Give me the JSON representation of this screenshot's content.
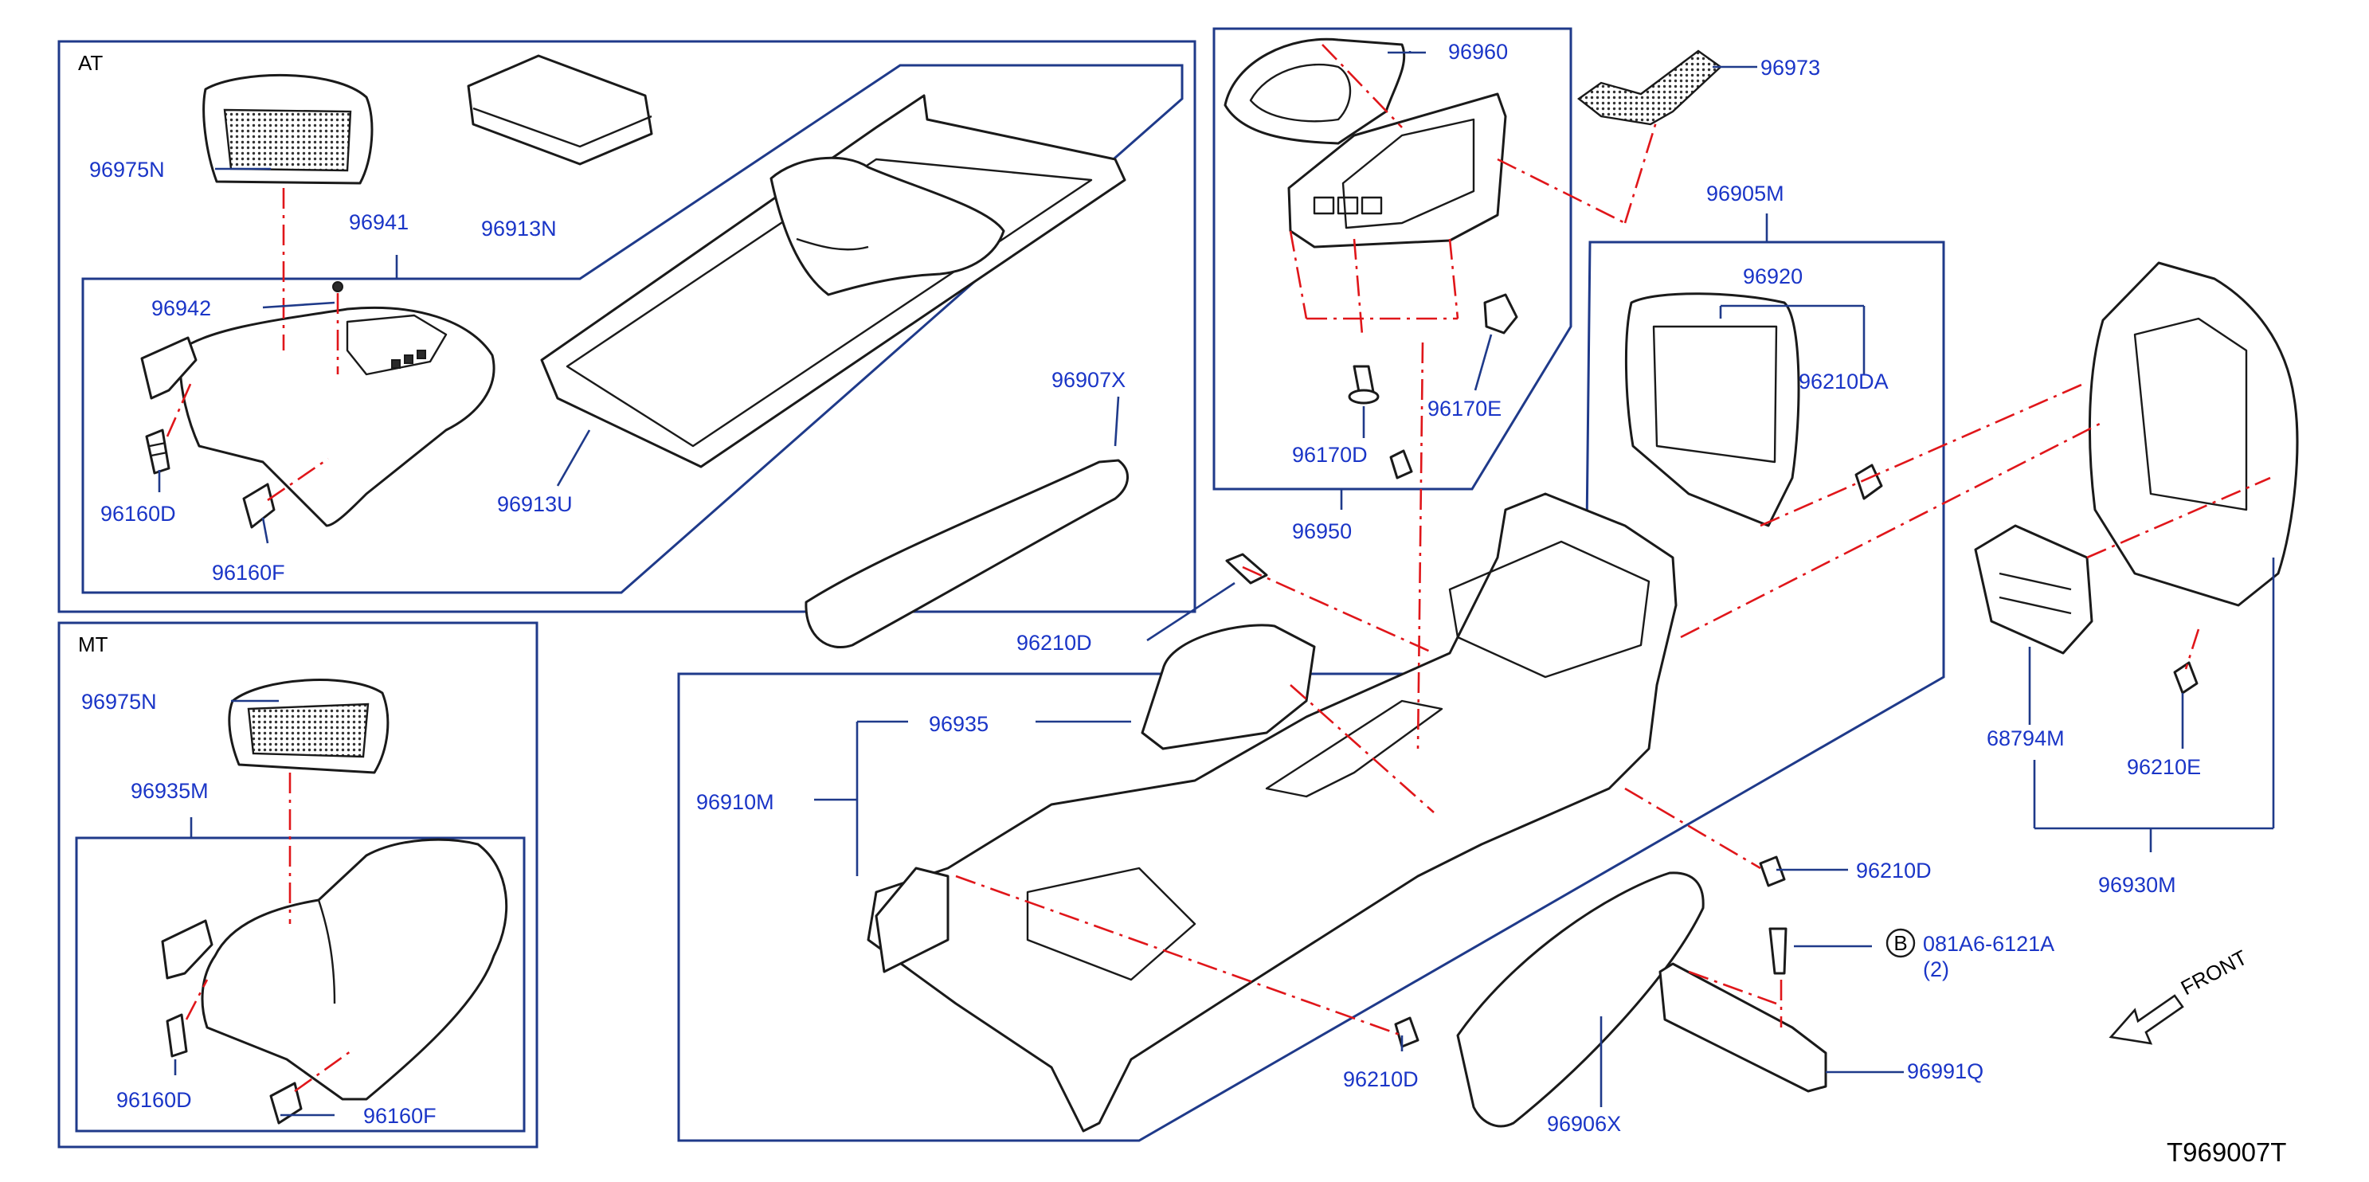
{
  "diagram_id": "T969007T",
  "sections": {
    "at": "AT",
    "mt": "MT"
  },
  "front_label": "FRONT",
  "bolt_marker": "B",
  "labels": {
    "p96975N_at": "96975N",
    "p96913N": "96913N",
    "p96941": "96941",
    "p96942": "96942",
    "p96160D_at": "96160D",
    "p96160F_at": "96160F",
    "p96913U": "96913U",
    "p96960": "96960",
    "p96973": "96973",
    "p96170D": "96170D",
    "p96170E": "96170E",
    "p96950": "96950",
    "p96905M": "96905M",
    "p96920": "96920",
    "p96210DA": "96210DA",
    "p96907X": "96907X",
    "p96210D_top": "96210D",
    "p96975N_mt": "96975N",
    "p96935M": "96935M",
    "p96160D_mt": "96160D",
    "p96160F_mt": "96160F",
    "p96935": "96935",
    "p96910M": "96910M",
    "p96210D_right": "96210D",
    "p081A6": "081A6-6121A",
    "p081A6_qty": "(2)",
    "p96210D_bottom": "96210D",
    "p96906X": "96906X",
    "p96991Q": "96991Q",
    "p68794M": "68794M",
    "p96210E": "96210E",
    "p96930M": "96930M"
  },
  "colors": {
    "label": "#1a35c7",
    "box": "#1f3a8a",
    "dashed_line": "#e0161a",
    "outline": "#1a1a1a"
  },
  "icons": [
    "front-arrow-icon",
    "circled-b-icon"
  ]
}
